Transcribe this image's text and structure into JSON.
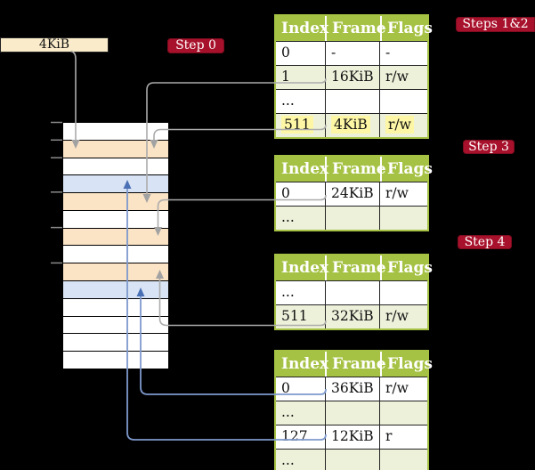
{
  "colors": {
    "background": "#000000",
    "badge_red": "#a8112b",
    "table_green": "#a6c245",
    "row_shade_green": "#eef1da",
    "highlight_yellow": "#fdf7a5",
    "legend_cream": "#faecca",
    "memory_peach": "#fbe3c5",
    "memory_blue": "#d8e4f5",
    "arrow_gray": "#a9a9a9",
    "arrow_blue": "#7e99cd"
  },
  "legend": {
    "label": "4KiB"
  },
  "badges": {
    "step0": "Step 0",
    "steps12": "Steps 1&2",
    "step3": "Step 3",
    "step4": "Step 4"
  },
  "tables": [
    {
      "headers": [
        "Index",
        "Frame",
        "Flags"
      ],
      "rows": [
        {
          "cells": [
            "0",
            "-",
            "-"
          ]
        },
        {
          "cells": [
            "1",
            "16KiB",
            "r/w"
          ]
        },
        {
          "cells": [
            "...",
            "",
            ""
          ]
        },
        {
          "cells": [
            "511",
            "4KiB",
            "r/w"
          ]
        }
      ]
    },
    {
      "headers": [
        "Index",
        "Frame",
        "Flags"
      ],
      "rows": [
        {
          "cells": [
            "0",
            "24KiB",
            "r/w"
          ]
        },
        {
          "cells": [
            "...",
            "",
            ""
          ]
        }
      ]
    },
    {
      "headers": [
        "Index",
        "Frame",
        "Flags"
      ],
      "rows": [
        {
          "cells": [
            "...",
            "",
            ""
          ]
        },
        {
          "cells": [
            "511",
            "32KiB",
            "r/w"
          ]
        }
      ]
    },
    {
      "headers": [
        "Index",
        "Frame",
        "Flags"
      ],
      "rows": [
        {
          "cells": [
            "0",
            "36KiB",
            "r/w"
          ]
        },
        {
          "cells": [
            "...",
            "",
            ""
          ]
        },
        {
          "cells": [
            "127",
            "12KiB",
            "r"
          ]
        },
        {
          "cells": [
            "...",
            "",
            ""
          ]
        }
      ]
    }
  ],
  "memory": {
    "rows": [
      "white",
      "peach",
      "white",
      "blue",
      "peach",
      "white",
      "peach",
      "white",
      "peach",
      "blue",
      "white",
      "white",
      "white",
      "white"
    ]
  }
}
